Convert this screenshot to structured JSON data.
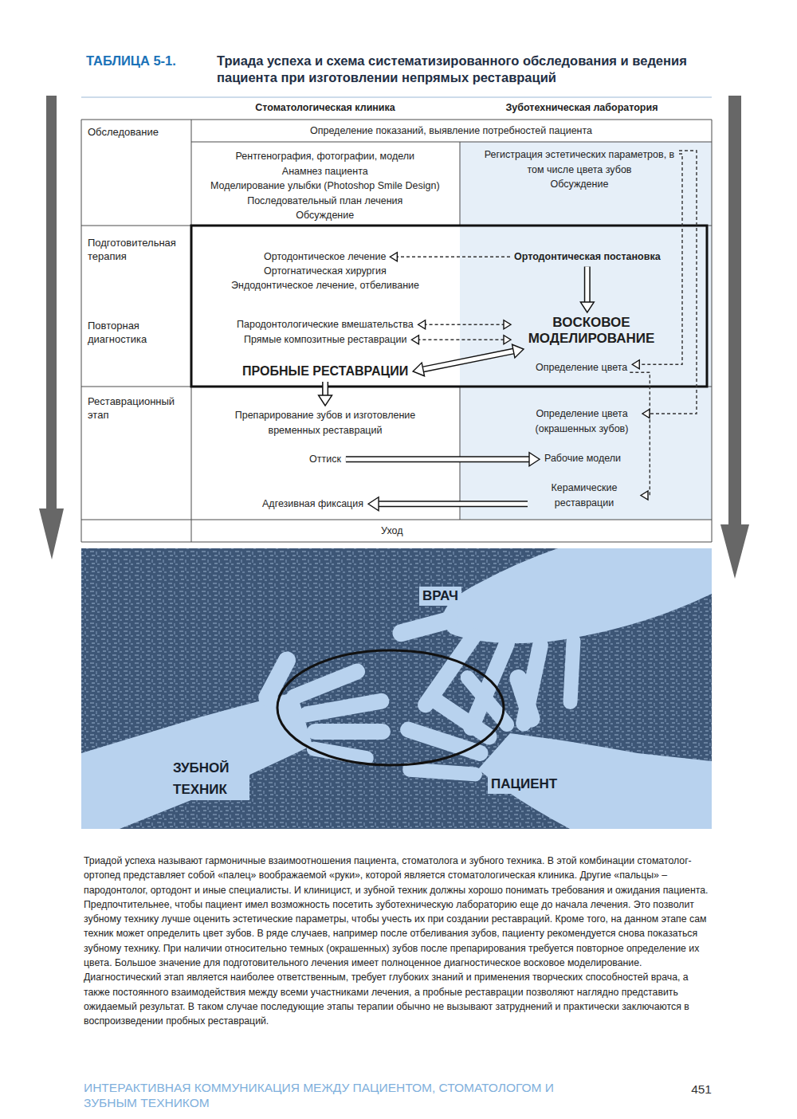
{
  "diagram": {
    "title": "Триада успеха и схема систематизированного обследования и ведения пациента при изготовлении непрямых реставраций",
    "caption": "Триадой успеха называют гармоничные взаимоотношения пациента, стоматолога и зубного техника. В этой комбинации стоматолог-ортопед представляет собой «палец» воображаемой «руки», которой является стоматологическая клиника. Другие «пальцы» – пародонтолог, ортодонт и иные специалисты. И клиницист, и зубной техник должны хорошо понимать требования и ожидания пациента. Предпочтительнее, чтобы пациент имел возможность посетить зуботехническую лабораторию еще до начала лечения. Это позволит зубному технику лучше оценить эстетические параметры, чтобы учесть их при создании реставраций. Кроме того, на данном этапе сам техник может определить цвет зубов. В ряде случаев, например после отбеливания зубов, пациенту рекомендуется снова показаться зубному технику. При наличии относительно темных (окрашенных) зубов после препарирования требуется повторное определение их цвета. Большое значение для подготовительного лечения имеет полноценное диагностическое восковое моделирование. Диагностический этап является наиболее ответственным, требует глубоких знаний и применения творческих способностей врача, а также постоянного взаимодействия между всеми участниками лечения, а пробные реставрации позволяют наглядно представить ожидаемый результат. В таком случае последующие этапы терапии обычно не вызывают затруднений и практически заключаются в воспроизведении пробных реставраций.",
    "nodes": [
      {
        "text": [
          "Определение показаний, выявление потребностей пациента"
        ]
      },
      {
        "text": [
          "Рентгенография, фотографии, модели",
          "Анамнез пациента",
          "Моделирование улыбки (Photoshop Smile Design)",
          "Последовательный план лечения",
          "Обсуждение"
        ]
      },
      {
        "text": [
          "Регистрация эстетических параметров, в том числе цвета зубов",
          "Обсуждение"
        ]
      },
      {
        "text": [
          "Ортодонтическое лечение"
        ]
      },
      {
        "text": [
          "Ортогнатическая хирургия"
        ]
      },
      {
        "text": [
          "Эндодонтическое лечение, отбеливание"
        ]
      },
      {
        "text": [
          "Ортодонтическая постановка"
        ]
      },
      {
        "text": [
          "Пародонтологические вмешательства"
        ]
      },
      {
        "text": [
          "Прямые композитные реставрации"
        ]
      },
      {
        "text": [
          "ВОСКОВОЕ МОДЕЛИРОВАНИЕ"
        ]
      },
      {
        "text": [
          "ПРОБНЫЕ РЕСТАВРАЦИИ"
        ]
      },
      {
        "text": [
          "Определение цвета"
        ]
      },
      {
        "text": [
          "Препарирование зубов и изготовление временных реставраций"
        ]
      },
      {
        "text": [
          "Оттиск"
        ]
      },
      {
        "text": [
          "Определение цвета (окрашенных зубов)"
        ]
      },
      {
        "text": [
          "Рабочие модели"
        ]
      },
      {
        "text": [
          "Керамические реставрации"
        ]
      },
      {
        "text": [
          "Адгезивная фиксация"
        ]
      },
      {
        "text": [
          "Уход"
        ]
      }
    ],
    "edges": [
      {
        "from": 6,
        "to": 3,
        "arrow": "to"
      },
      {
        "from": 6,
        "to": 9,
        "arrow": "to"
      },
      {
        "from": 7,
        "to": 9,
        "arrow": "both"
      },
      {
        "from": 8,
        "to": 9,
        "arrow": "both"
      },
      {
        "from": 10,
        "to": 9,
        "arrow": "both"
      },
      {
        "from": 10,
        "to": 12,
        "arrow": "to"
      },
      {
        "from": 13,
        "to": 15,
        "arrow": "to"
      },
      {
        "from": 16,
        "to": 17,
        "arrow": "to"
      },
      {
        "from": 2,
        "to": 11,
        "arrow": "to"
      },
      {
        "from": 2,
        "to": 14,
        "arrow": "to"
      },
      {
        "from": 11,
        "to": 16,
        "arrow": "to"
      }
    ],
    "labels": [
      "ТАБЛИЦА 5-1.",
      "Стоматологическая клиника",
      "Зуботехническая лаборатория",
      "Обследование",
      "Подготовительная терапия",
      "Повторная диагностика",
      "Реставрационный этап",
      "ВРАЧ",
      "ЗУБНОЙ ТЕХНИК",
      "ПАЦИЕНТ",
      "ИНТЕРАКТИВНАЯ КОММУНИКАЦИЯ МЕЖДУ ПАЦИЕНТОМ, СТОМАТОЛОГОМ И ЗУБНЫМ ТЕХНИКОМ",
      "451"
    ]
  }
}
